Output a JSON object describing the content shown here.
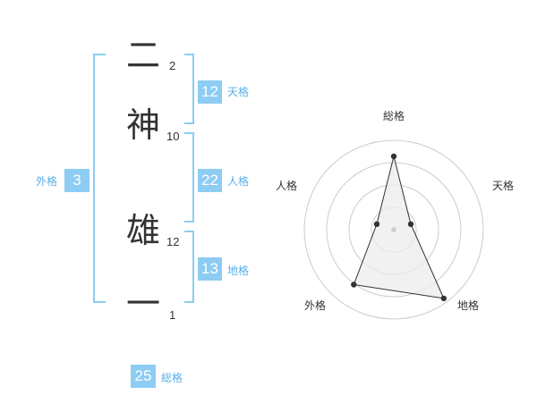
{
  "name": {
    "characters": [
      {
        "char": "二",
        "strokes": "2"
      },
      {
        "char": "神",
        "strokes": "10"
      },
      {
        "char": "雄",
        "strokes": "12"
      },
      {
        "char": "一",
        "strokes": "1"
      }
    ]
  },
  "kaku": {
    "tenkaku": {
      "value": "12",
      "label": "天格"
    },
    "jinkaku": {
      "value": "22",
      "label": "人格"
    },
    "chikaku": {
      "value": "13",
      "label": "地格"
    },
    "gaikaku": {
      "value": "3",
      "label": "外格"
    },
    "soukaku": {
      "value": "25",
      "label": "総格"
    }
  },
  "radar": {
    "axes": [
      "総格",
      "天格",
      "地格",
      "外格",
      "人格"
    ],
    "values": [
      0.82,
      0.2,
      0.95,
      0.76,
      0.2
    ],
    "ring_count": 4,
    "colors": {
      "ring": "#cccccc",
      "fill": "#ececec",
      "stroke": "#333333",
      "point": "#333333",
      "center": "#cfcfcf"
    }
  },
  "colors": {
    "accent": "#8dccf3",
    "accent_text": "#5aaee6"
  }
}
